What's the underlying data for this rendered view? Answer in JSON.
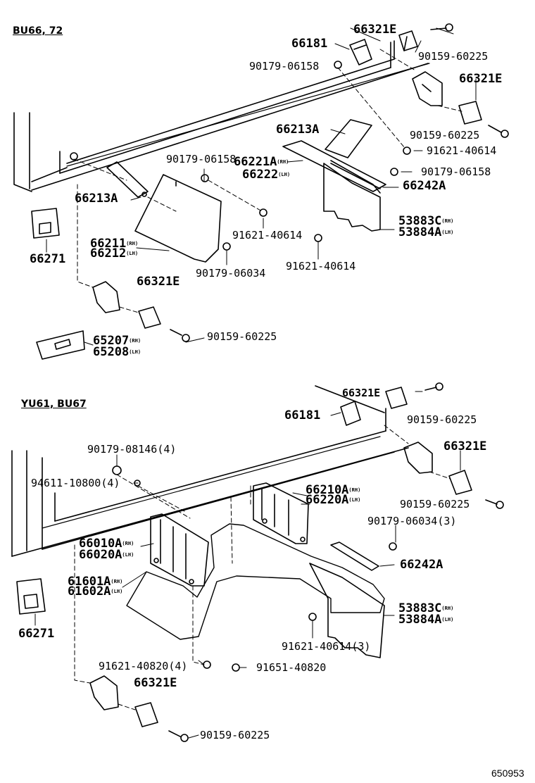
{
  "sections": {
    "top": "BU66, 72",
    "bottom": "YU61, BU67"
  },
  "figure_id": "650953",
  "top_labels": {
    "l66321E_a": "66321E",
    "l66181": "66181",
    "l90179_06158_a": "90179-06158",
    "l90159_60225_a": "90159-60225",
    "l66321E_b": "66321E",
    "l66213A_a": "66213A",
    "l90159_60225_b": "90159-60225",
    "l91621_40614_a": "91621-40614",
    "l90179_06158_b": "90179-06158",
    "l66221A": "66221A",
    "l66221A_sfx": "(RH)",
    "l66222": "66222",
    "l66222_sfx": "(LH)",
    "l90179_06158_c": "90179-06158",
    "l66242A": "66242A",
    "l66213A_b": "66213A",
    "l53883C": "53883C",
    "l53883C_sfx": "(RH)",
    "l53884A": "53884A",
    "l53884A_sfx": "(LH)",
    "l91621_40614_b": "91621-40614",
    "l66211": "66211",
    "l66211_sfx": "(RH)",
    "l66212": "66212",
    "l66212_sfx": "(LH)",
    "l91621_40614_c": "91621-40614",
    "l66271": "66271",
    "l90179_06034": "90179-06034",
    "l66321E_c": "66321E",
    "l90159_60225_c": "90159-60225",
    "l65207": "65207",
    "l65207_sfx": "(RH)",
    "l65208": "65208",
    "l65208_sfx": "(LH)"
  },
  "bottom_labels": {
    "l66321E_a": "66321E",
    "l66181": "66181",
    "l90159_60225_a": "90159-60225",
    "l90179_08146": "90179-08146(4)",
    "l66321E_b": "66321E",
    "l94611": "94611-10800(4)",
    "l66210A": "66210A",
    "l66210A_sfx": "(RH)",
    "l66220A": "66220A",
    "l66220A_sfx": "(LH)",
    "l90159_60225_b": "90159-60225",
    "l90179_06034": "90179-06034(3)",
    "l66010A": "66010A",
    "l66010A_sfx": "(RH)",
    "l66020A": "66020A",
    "l66020A_sfx": "(LH)",
    "l66242A": "66242A",
    "l61601A": "61601A",
    "l61601A_sfx": "(RH)",
    "l61602A": "61602A",
    "l61602A_sfx": "(LH)",
    "l53883C": "53883C",
    "l53883C_sfx": "(RH)",
    "l53884A": "53884A",
    "l53884A_sfx": "(LH)",
    "l66271": "66271",
    "l91621_40614": "91621-40614(3)",
    "l91621_40820": "91621-40820(4)",
    "l91651_40820": "91651-40820",
    "l66321E_c": "66321E",
    "l90159_60225_c": "90159-60225"
  },
  "colors": {
    "ink": "#000000",
    "paper": "#ffffff"
  }
}
